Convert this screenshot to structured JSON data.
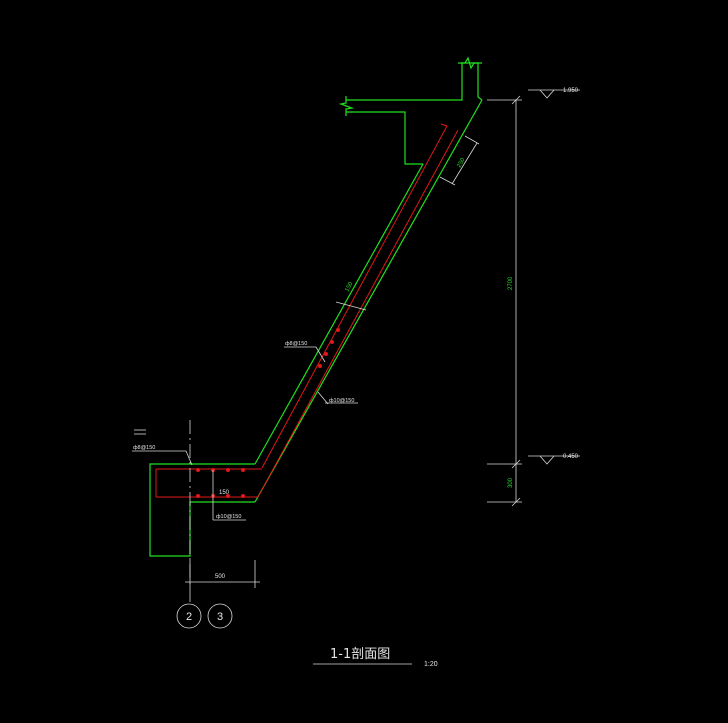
{
  "title": "1-1剖面图",
  "scale": "1:20",
  "elevations": {
    "top": "1.950",
    "bottom": "0.450"
  },
  "dimensions": {
    "vertical_main": "2700",
    "vertical_low": "300",
    "thickness": "250",
    "slab_upper": "150",
    "base_width": "500",
    "inner_150": "150"
  },
  "rebar_labels": {
    "top_left": "ф8@150",
    "upper": "ф8@150",
    "lower": "ф10@150",
    "bottom": "ф10@150"
  },
  "axes": [
    "2",
    "3"
  ],
  "colors": {
    "background": "#000000",
    "concrete": "#20e020",
    "rebar": "#e01818",
    "dimension": "#e6e6e6"
  }
}
